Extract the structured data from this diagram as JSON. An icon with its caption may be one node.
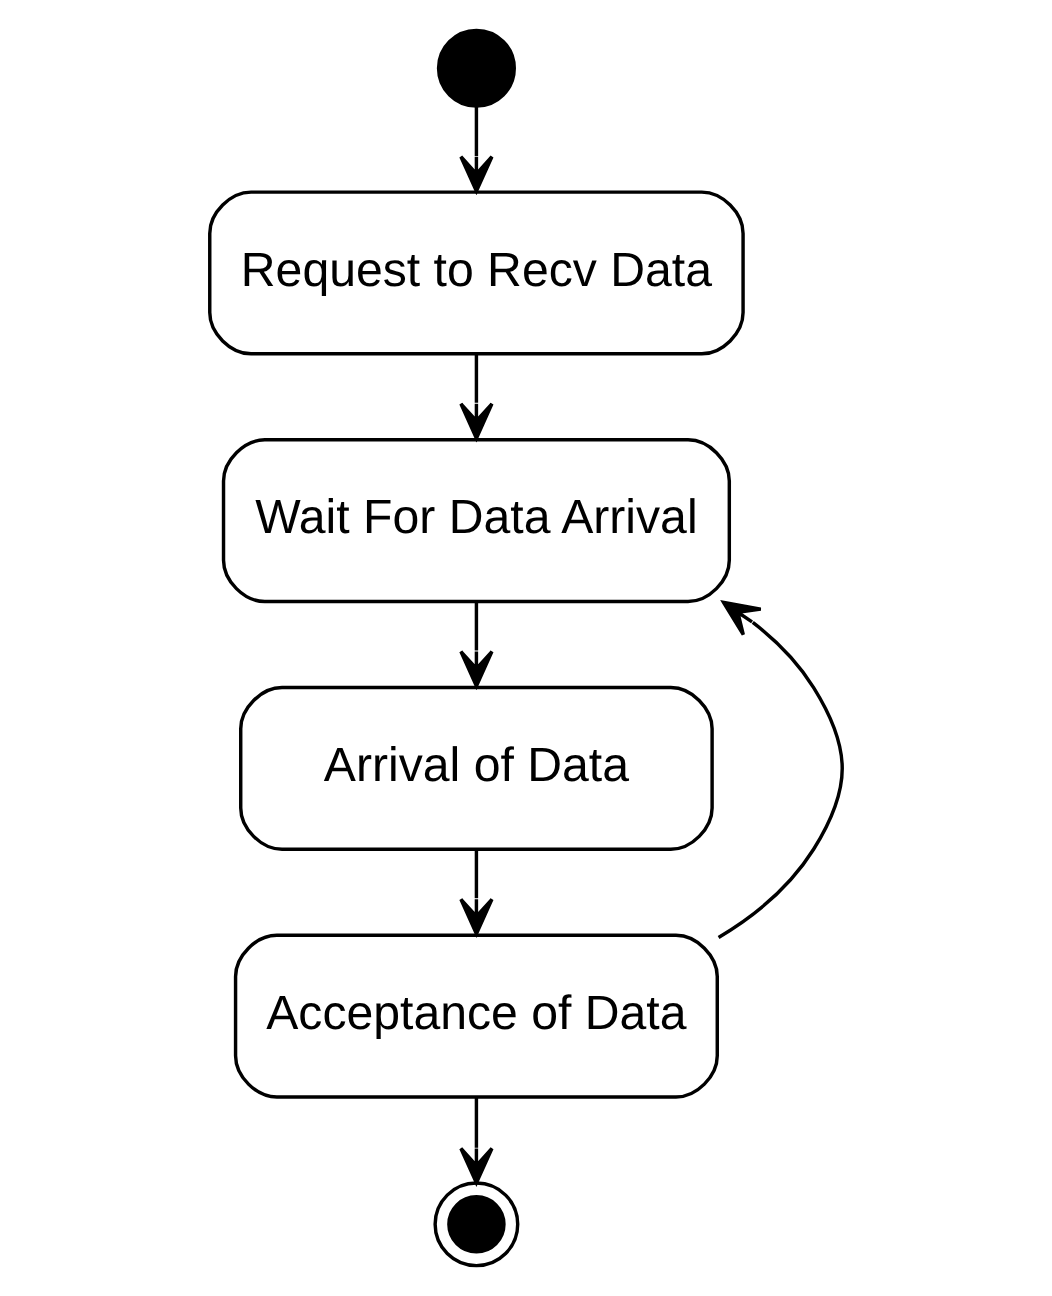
{
  "diagram": {
    "nodes": [
      {
        "text": [],
        "shape": "circle"
      },
      {
        "text": [
          "Request to Recv Data"
        ]
      },
      {
        "text": [
          "Wait For Data Arrival"
        ]
      },
      {
        "text": [
          "Arrival of Data"
        ]
      },
      {
        "text": [
          "Acceptance of Data"
        ]
      },
      {
        "text": [],
        "shape": "circle"
      }
    ],
    "edges": [
      {
        "from": 0,
        "to": 1,
        "arrow": "to"
      },
      {
        "from": 1,
        "to": 2,
        "arrow": "to"
      },
      {
        "from": 2,
        "to": 3,
        "arrow": "to"
      },
      {
        "from": 3,
        "to": 4,
        "arrow": "to"
      },
      {
        "from": 4,
        "to": 2,
        "arrow": "to"
      },
      {
        "from": 4,
        "to": 5,
        "arrow": "to"
      }
    ]
  }
}
